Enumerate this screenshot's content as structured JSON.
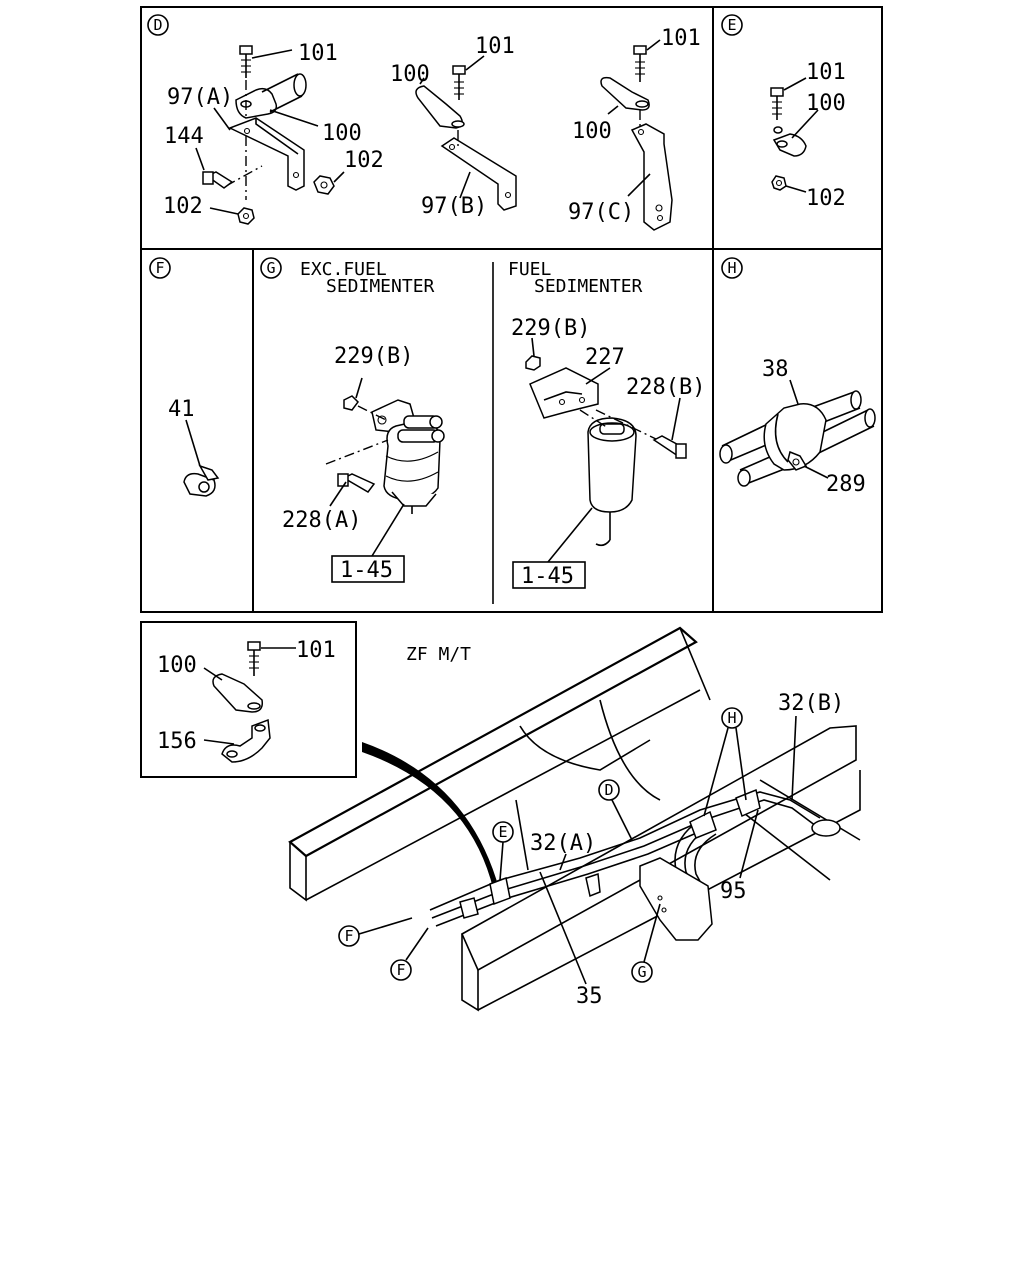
{
  "panel_d": {
    "marker": "D",
    "labels": {
      "l101a": "101",
      "l97a": "97(A)",
      "l100a": "100",
      "l144": "144",
      "l102a": "102",
      "l102b": "102",
      "l100b": "100",
      "l101b": "101",
      "l97b": "97(B)",
      "l101c": "101",
      "l100c": "100",
      "l97c": "97(C)"
    }
  },
  "panel_e": {
    "marker": "E",
    "labels": {
      "l101": "101",
      "l100": "100",
      "l102": "102"
    }
  },
  "panel_f": {
    "marker": "F",
    "labels": {
      "l41": "41"
    }
  },
  "panel_g": {
    "marker": "G",
    "left": {
      "title_line1": "EXC.FUEL",
      "title_line2": "SEDIMENTER",
      "l229b": "229(B)",
      "l228a": "228(A)",
      "ref": "1-45"
    },
    "right": {
      "title_line1": "FUEL",
      "title_line2": "SEDIMENTER",
      "l229b": "229(B)",
      "l227": "227",
      "l228b": "228(B)",
      "ref": "1-45"
    }
  },
  "panel_h": {
    "marker": "H",
    "labels": {
      "l38": "38",
      "l289": "289"
    }
  },
  "inset": {
    "labels": {
      "l100": "100",
      "l101": "101",
      "l156": "156"
    }
  },
  "main": {
    "title": "ZF M/T",
    "labels": {
      "l32b": "32(B)",
      "l32a": "32(A)",
      "l35": "35",
      "l95": "95"
    },
    "markers": {
      "h": "H",
      "d": "D",
      "e": "E",
      "f1": "F",
      "f2": "F",
      "g": "G"
    }
  }
}
